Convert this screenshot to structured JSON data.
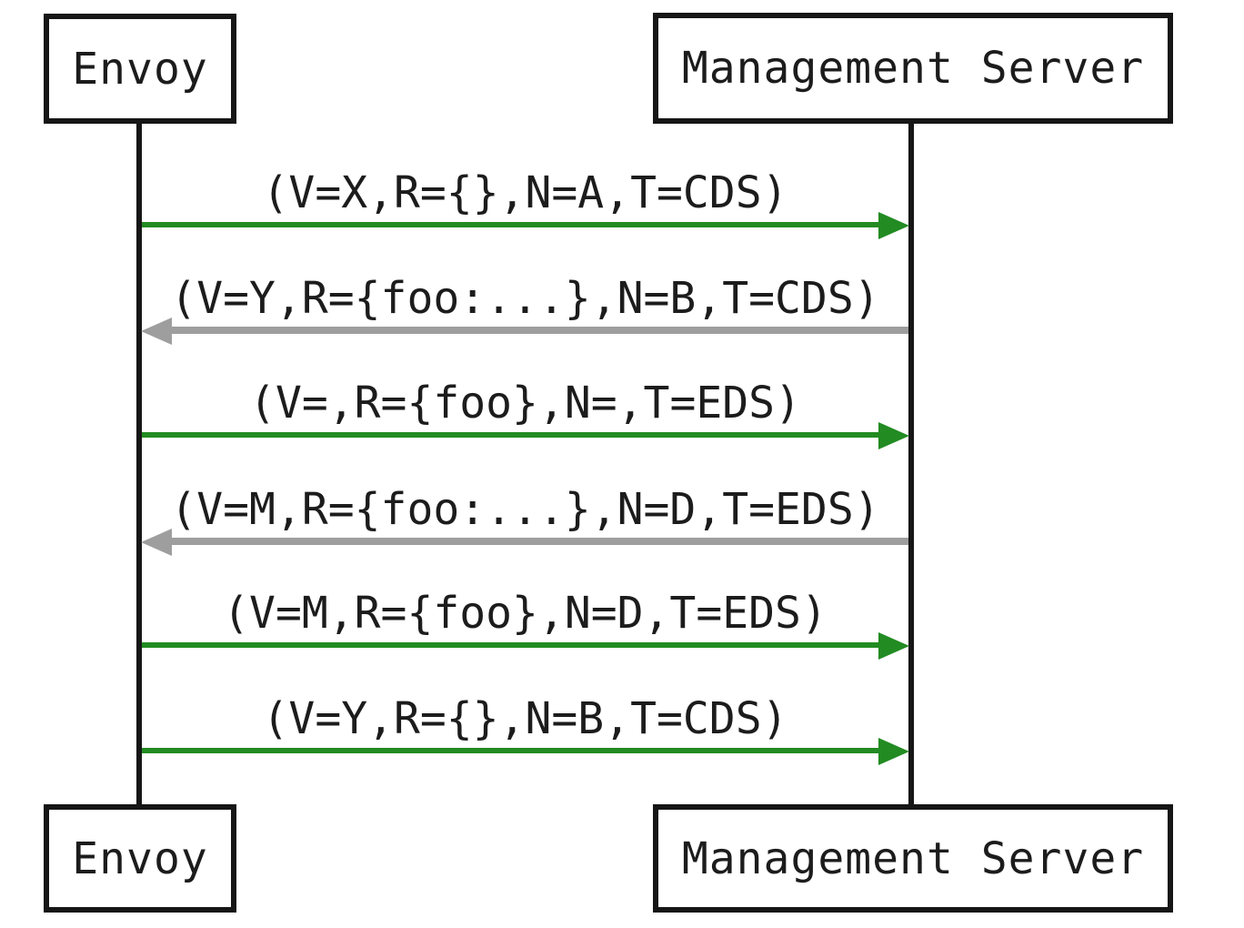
{
  "actors": {
    "envoy": {
      "label": "Envoy"
    },
    "management_server": {
      "label": "Management Server"
    }
  },
  "colors": {
    "request_arrow": "#228b22",
    "response_arrow": "#9e9e9e",
    "line": "#161616"
  },
  "messages": [
    {
      "label": "(V=X,R={},N=A,T=CDS)",
      "direction": "right",
      "kind": "request"
    },
    {
      "label": "(V=Y,R={foo:...},N=B,T=CDS)",
      "direction": "left",
      "kind": "response"
    },
    {
      "label": "(V=,R={foo},N=,T=EDS)",
      "direction": "right",
      "kind": "request"
    },
    {
      "label": "(V=M,R={foo:...},N=D,T=EDS)",
      "direction": "left",
      "kind": "response"
    },
    {
      "label": "(V=M,R={foo},N=D,T=EDS)",
      "direction": "right",
      "kind": "request"
    },
    {
      "label": "(V=Y,R={},N=B,T=CDS)",
      "direction": "right",
      "kind": "request"
    }
  ]
}
